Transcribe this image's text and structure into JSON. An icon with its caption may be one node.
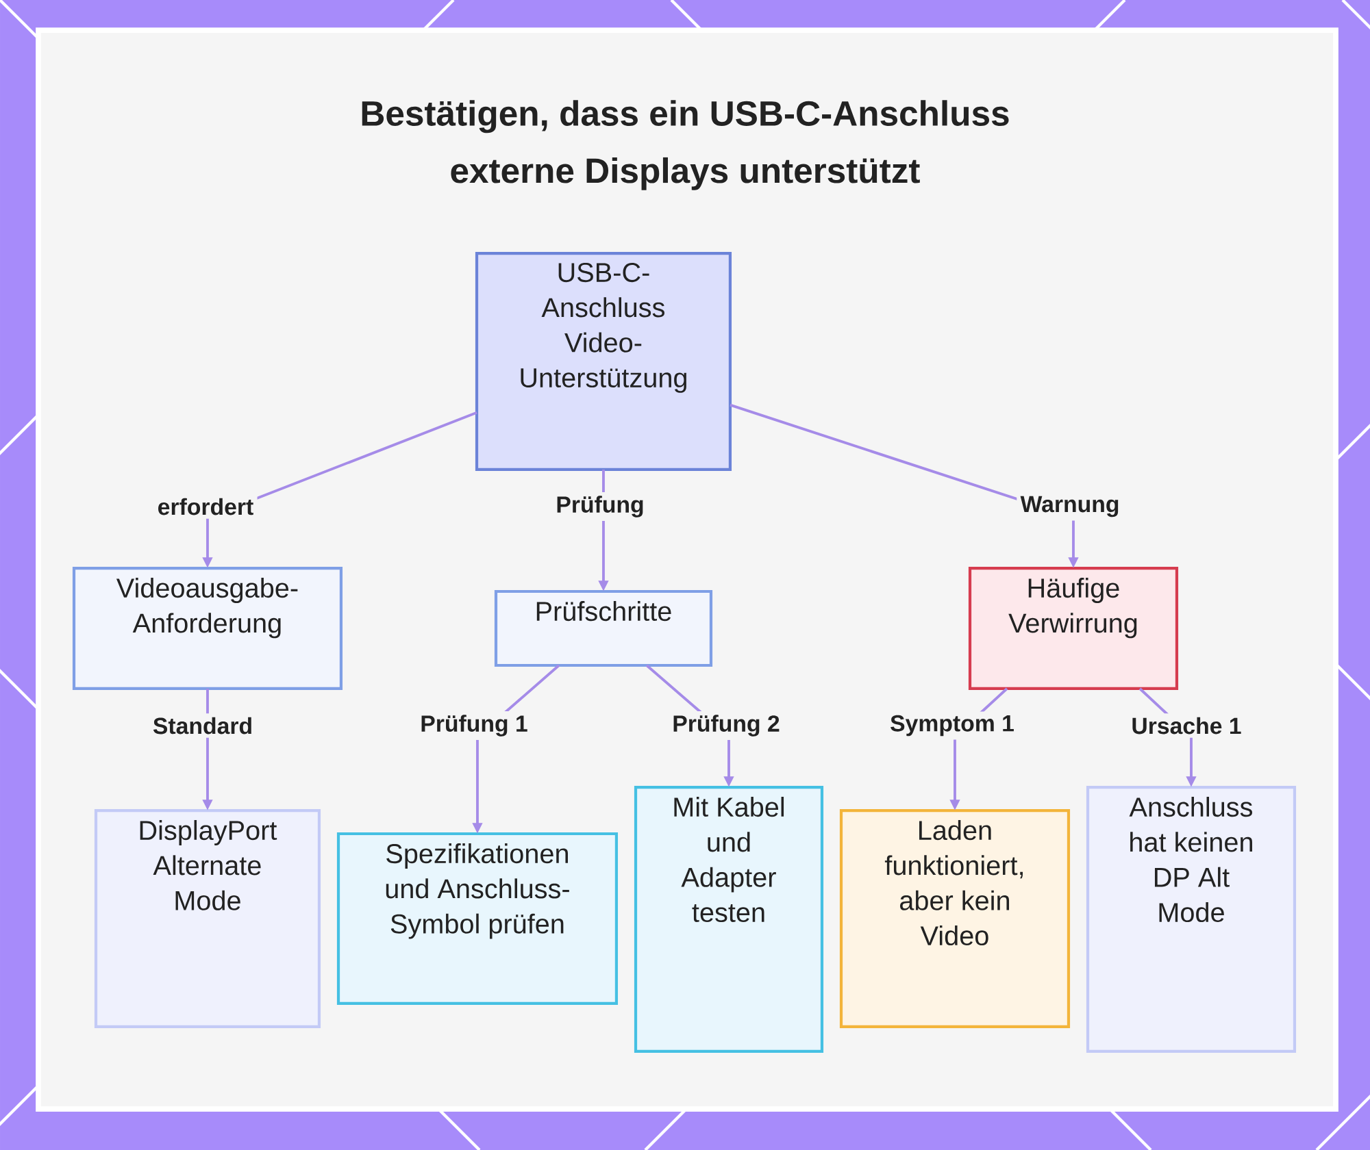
{
  "diagram": {
    "title": "Bestätigen, dass ein USB-C-Anschluss externe Displays unterstützt",
    "nodes": [
      {
        "text": [
          "USB-C-Anschluss Video-Unterstützung"
        ]
      },
      {
        "text": [
          "Videoausgabe-Anforderung"
        ]
      },
      {
        "text": [
          "Prüfschritte"
        ]
      },
      {
        "text": [
          "Häufige Verwirrung"
        ]
      },
      {
        "text": [
          "DisplayPort Alternate Mode"
        ]
      },
      {
        "text": [
          "Spezifikationen und Anschluss-Symbol prüfen"
        ]
      },
      {
        "text": [
          "Mit Kabel und Adapter testen"
        ]
      },
      {
        "text": [
          "Laden funktioniert, aber kein Video"
        ]
      },
      {
        "text": [
          "Anschluss hat keinen DP Alt Mode"
        ]
      }
    ],
    "edges": [
      {
        "from": 0,
        "to": 1,
        "arrow": "to",
        "label": "erfordert"
      },
      {
        "from": 0,
        "to": 2,
        "arrow": "to",
        "label": "Prüfung"
      },
      {
        "from": 0,
        "to": 3,
        "arrow": "to",
        "label": "Warnung"
      },
      {
        "from": 1,
        "to": 4,
        "arrow": "to",
        "label": "Standard"
      },
      {
        "from": 2,
        "to": 5,
        "arrow": "to",
        "label": "Prüfung 1"
      },
      {
        "from": 2,
        "to": 6,
        "arrow": "to",
        "label": "Prüfung 2"
      },
      {
        "from": 3,
        "to": 7,
        "arrow": "to",
        "label": "Symptom 1"
      },
      {
        "from": 3,
        "to": 8,
        "arrow": "to",
        "label": "Ursache 1"
      }
    ]
  }
}
